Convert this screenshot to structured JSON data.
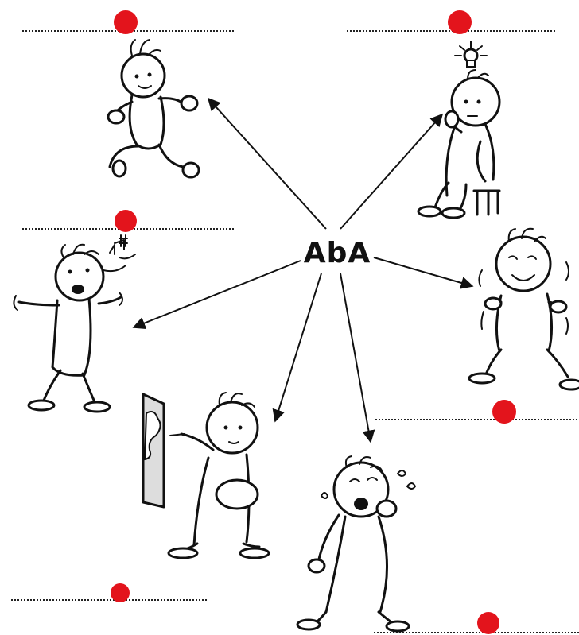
{
  "center_label": "AbA",
  "colors": {
    "dot": "#e3141c",
    "ink": "#111111",
    "background": "#ffffff"
  },
  "figures": [
    {
      "id": "running-child",
      "icon": "running-child-icon"
    },
    {
      "id": "thinking-child",
      "icon": "thinking-child-icon"
    },
    {
      "id": "singing-child",
      "icon": "singing-child-icon"
    },
    {
      "id": "laughing-child",
      "icon": "laughing-child-icon"
    },
    {
      "id": "painting-child",
      "icon": "painting-child-icon"
    },
    {
      "id": "crying-child",
      "icon": "crying-child-icon"
    }
  ]
}
